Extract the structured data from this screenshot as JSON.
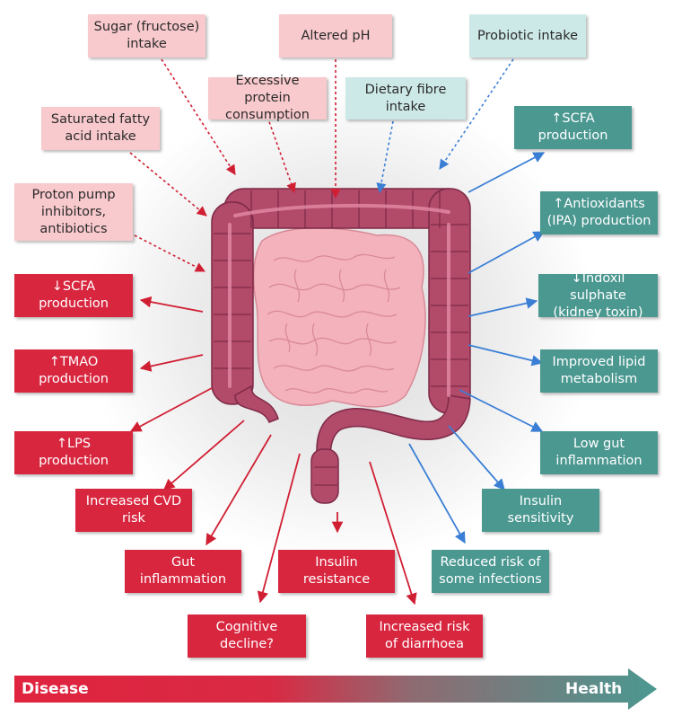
{
  "colors": {
    "red": "#d8263f",
    "teal": "#4b9891",
    "pink": "#f8c9cd",
    "mint": "#cde9e7",
    "arrow_red": "#d01f33",
    "arrow_blue": "#3a7fd5"
  },
  "inputs": {
    "sugar": "Sugar (fructose) intake",
    "ph": "Altered pH",
    "probiotic": "Probiotic intake",
    "protein": "Excessive protein consumption",
    "fibre": "Dietary fibre intake",
    "fat": "Saturated fatty acid intake",
    "ppi": "Proton pump inhibitors, antibiotics"
  },
  "disease_outcomes": {
    "scfa_down": "↓SCFA production",
    "tmao": "↑TMAO production",
    "lps": "↑LPS production",
    "cvd": "Increased CVD risk",
    "gut_inflammation": "Gut inflammation",
    "insulin_resistance": "Insulin resistance",
    "cognitive": "Cognitive decline?",
    "diarrhoea": "Increased risk of diarrhoea"
  },
  "health_outcomes": {
    "scfa_up": "↑SCFA production",
    "antioxidants": "↑Antioxidants (IPA) production",
    "indoxil": "↓Indoxil sulphate (kidney toxin)",
    "lipid": "Improved lipid metabolism",
    "low_inflammation": "Low gut inflammation",
    "insulin_sensitivity": "Insulin sensitivity",
    "infections": "Reduced risk of some infections"
  },
  "gradient_bar": {
    "left_label": "Disease",
    "right_label": "Health"
  }
}
